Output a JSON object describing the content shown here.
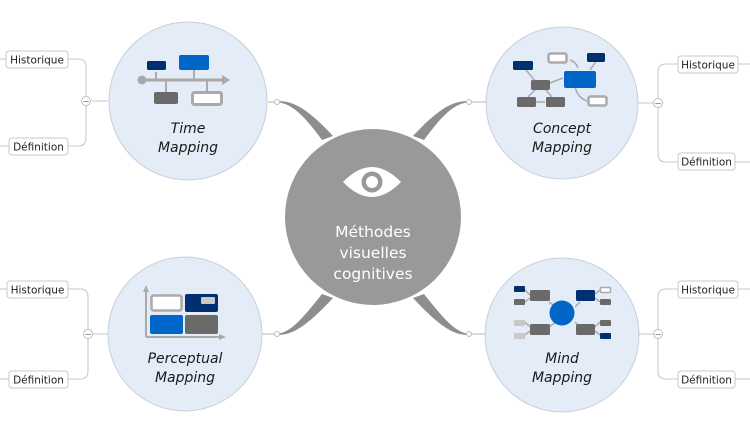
{
  "center": {
    "icon": "eye-icon",
    "lines": [
      "Méthodes",
      "visuelles",
      "cognitives"
    ]
  },
  "topics": [
    {
      "id": "time",
      "icon": "timeline-icon",
      "line1": "Time",
      "line2": "Mapping",
      "side": "left",
      "children": [
        "Historique",
        "Définition"
      ]
    },
    {
      "id": "concept",
      "icon": "concept-map-icon",
      "line1": "Concept",
      "line2": "Mapping",
      "side": "right",
      "children": [
        "Historique",
        "Définition"
      ]
    },
    {
      "id": "perceptual",
      "icon": "perceptual-map-icon",
      "line1": "Perceptual",
      "line2": "Mapping",
      "side": "left",
      "children": [
        "Historique",
        "Définition"
      ]
    },
    {
      "id": "mind",
      "icon": "mind-map-icon",
      "line1": "Mind",
      "line2": "Mapping",
      "side": "right",
      "children": [
        "Historique",
        "Définition"
      ]
    }
  ],
  "collapse_symbol": "−",
  "colors": {
    "center_fill": "#999999",
    "topic_fill": "#e3ecf7",
    "topic_stroke": "#c6cfda",
    "navy": "#00306f",
    "blue": "#0066c8",
    "dark_gray": "#6a6a6a",
    "light_gray": "#c8c8c8",
    "line_gray": "#b5b5b5"
  }
}
